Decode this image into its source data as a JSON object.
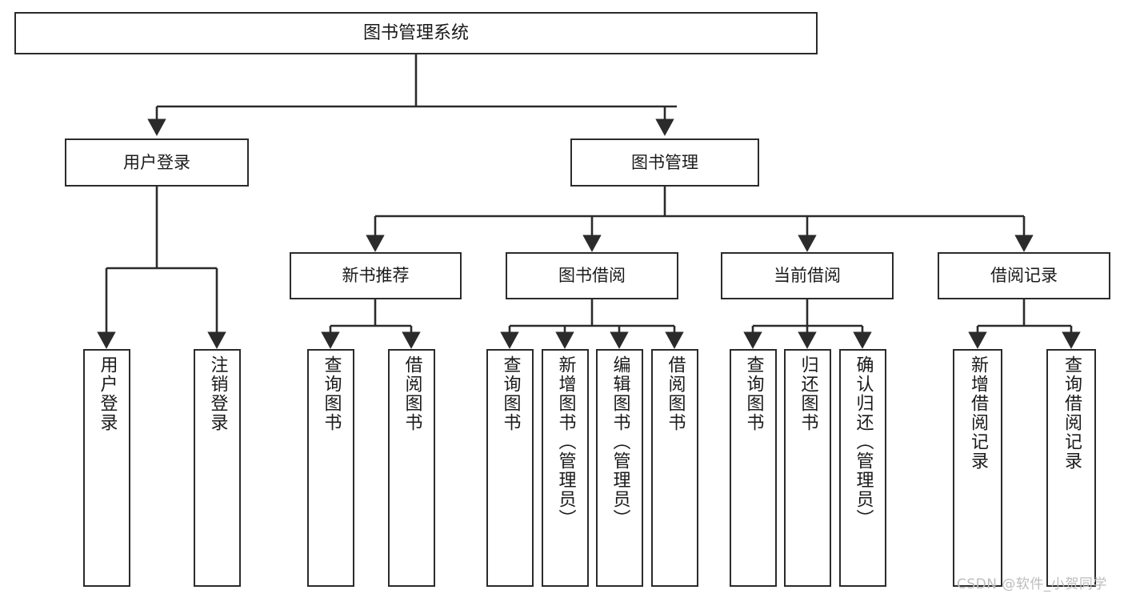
{
  "diagram": {
    "type": "tree-hierarchy-diagram",
    "title": "图书管理系统",
    "colors": {
      "box_border": "#2b2b2b",
      "box_fill": "#ffffff",
      "connector": "#2b2b2b",
      "text": "#1a1a1a",
      "watermark": "#bdbdbd",
      "background": "#ffffff"
    },
    "root": {
      "label": "图书管理系统"
    },
    "level2": [
      {
        "label": "用户登录"
      },
      {
        "label": "图书管理"
      }
    ],
    "level3": [
      {
        "label": "新书推荐"
      },
      {
        "label": "图书借阅"
      },
      {
        "label": "当前借阅"
      },
      {
        "label": "借阅记录"
      }
    ],
    "leaves": {
      "user_login": [
        {
          "label": "用户登录"
        },
        {
          "label": "注销登录"
        }
      ],
      "new_book_recommend": [
        {
          "label": "查询图书"
        },
        {
          "label": "借阅图书"
        }
      ],
      "book_borrow": [
        {
          "label": "查询图书"
        },
        {
          "label": "新增图书（管理员）"
        },
        {
          "label": "编辑图书（管理员）"
        },
        {
          "label": "借阅图书"
        }
      ],
      "current_borrow": [
        {
          "label": "查询图书"
        },
        {
          "label": "归还图书"
        },
        {
          "label": "确认归还（管理员）"
        }
      ],
      "borrow_record": [
        {
          "label": "新增借阅记录"
        },
        {
          "label": "查询借阅记录"
        }
      ]
    }
  },
  "watermark": {
    "text": "CSDN @软件_小贺同学"
  }
}
